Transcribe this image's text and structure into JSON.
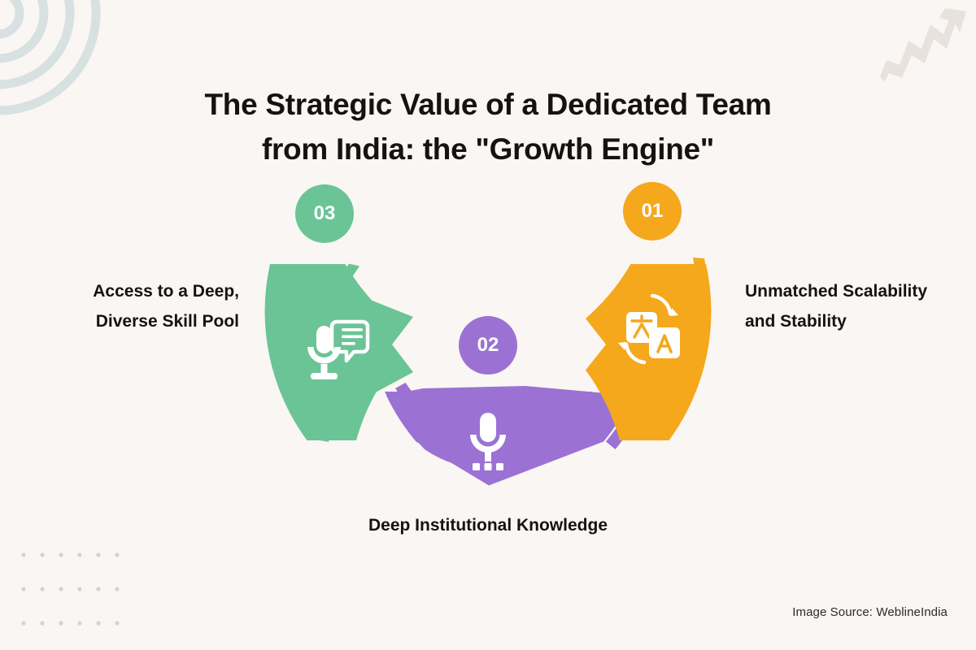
{
  "page": {
    "background_color": "#faf6f3",
    "text_color": "#15130f"
  },
  "title": {
    "line1": "The Strategic Value of a Dedicated Team",
    "line2": "from India: the \"Growth Engine\""
  },
  "diagram": {
    "type": "semicircular-3-step-process",
    "segments": [
      {
        "number": "01",
        "label": "Unmatched Scalability and Stability",
        "color": "#f5a81c",
        "icon": "translate-icon",
        "position": "right"
      },
      {
        "number": "02",
        "label": "Deep Institutional Knowledge",
        "color": "#9b72d4",
        "icon": "microphone-dots-icon",
        "position": "bottom"
      },
      {
        "number": "03",
        "label": "Access to a Deep, Diverse Skill Pool",
        "color": "#6bc496",
        "icon": "microphone-chat-icon",
        "position": "left"
      }
    ]
  },
  "labels": {
    "left": "Access to a Deep, Diverse Skill Pool",
    "right": "Unmatched Scalability and Stability",
    "bottom": "Deep Institutional Knowledge"
  },
  "decorations": {
    "rings": "concentric-rings-icon",
    "rings_color": "#d7e1e1",
    "arrow": "zigzag-growth-arrow-icon",
    "arrow_color": "#e6e1dc",
    "dots": "dot-grid-icon",
    "dots_color": "#ddd6d0"
  },
  "footer": {
    "source": "Image Source: WeblineIndia"
  }
}
